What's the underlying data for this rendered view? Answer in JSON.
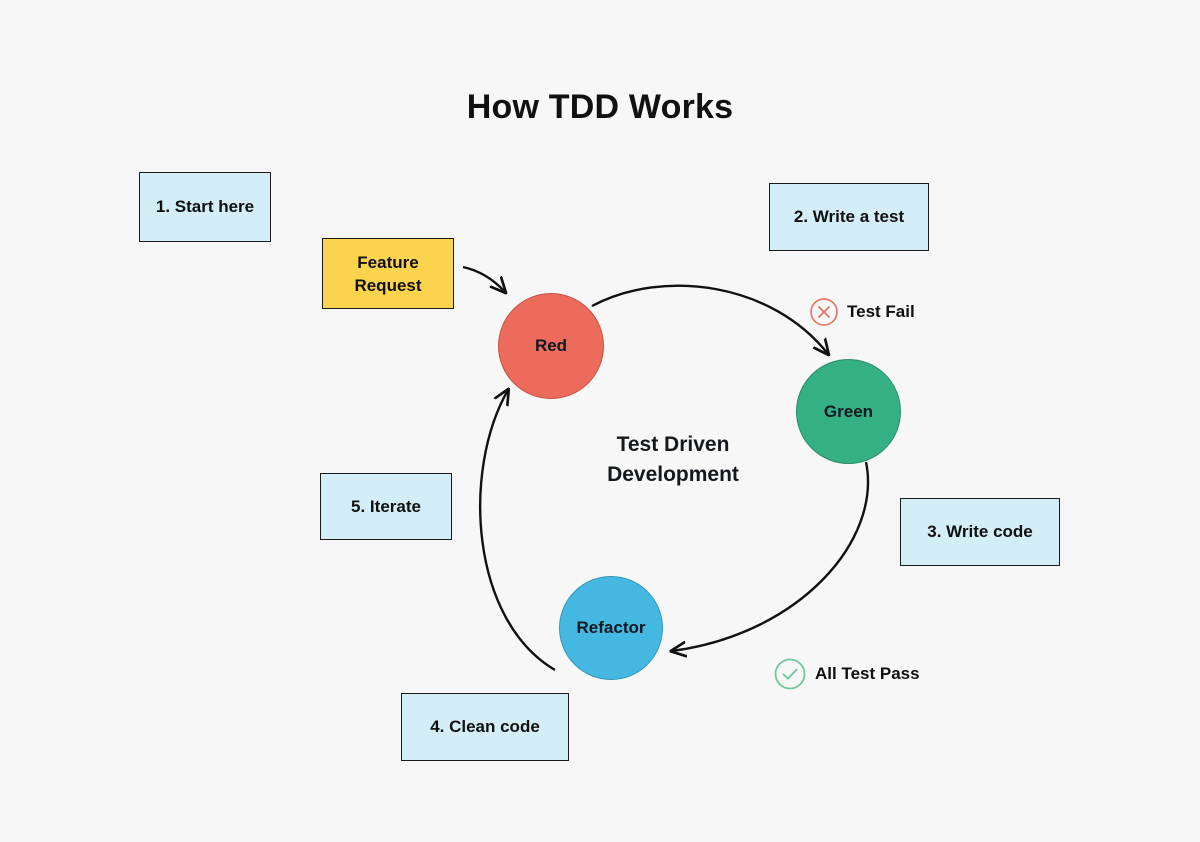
{
  "page": {
    "title": "How TDD Works",
    "background_color": "#f7f7f7"
  },
  "diagram": {
    "center_label_line1": "Test Driven",
    "center_label_line2": "Development",
    "nodes": [
      {
        "id": "red",
        "label": "Red",
        "color": "#ec6b5c"
      },
      {
        "id": "green",
        "label": "Green",
        "color": "#34b084"
      },
      {
        "id": "refactor",
        "label": "Refactor",
        "color": "#45b8e2"
      }
    ],
    "input": {
      "line1": "Feature",
      "line2": "Request",
      "color": "#fcd34d"
    },
    "callouts": [
      {
        "id": "start-here",
        "label": "1. Start here",
        "color": "#d4eef7"
      },
      {
        "id": "write-a-test",
        "label": "2. Write a test",
        "color": "#d4eef7"
      },
      {
        "id": "write-code",
        "label": "3. Write code",
        "color": "#d4eef7"
      },
      {
        "id": "clean-code",
        "label": "4. Clean code",
        "color": "#d4eef7"
      },
      {
        "id": "iterate",
        "label": "5. Iterate",
        "color": "#d4eef7"
      }
    ],
    "statuses": [
      {
        "id": "test-fail",
        "label": "Test Fail",
        "icon": "circle-x-icon",
        "color": "#e0786c"
      },
      {
        "id": "all-test-pass",
        "label": "All Test Pass",
        "icon": "circle-check-icon",
        "color": "#6fc79b"
      }
    ]
  }
}
